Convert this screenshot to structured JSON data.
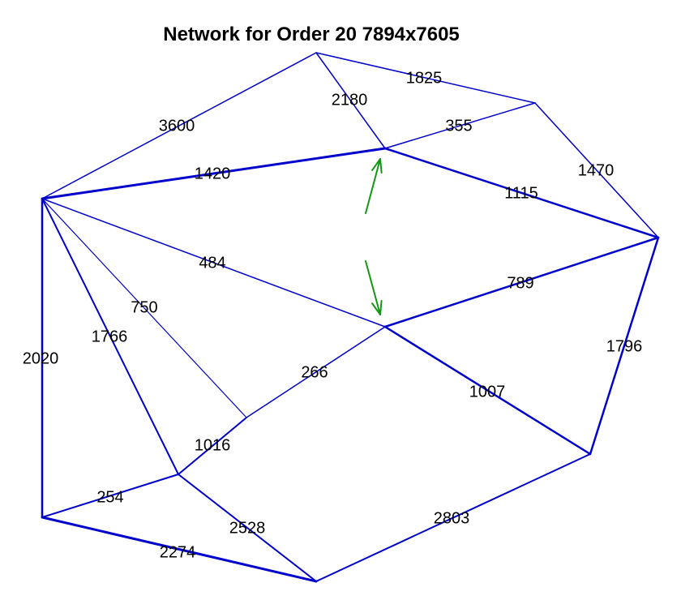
{
  "title": "Network for Order 20 7894x7605",
  "colors": {
    "edge": "#0000cc",
    "arrow": "#119911",
    "label": "#000000",
    "background": "#ffffff"
  },
  "edges": [
    {
      "id": "left-top",
      "label": "3600"
    },
    {
      "id": "top-center",
      "label": "2180"
    },
    {
      "id": "top-upper-right",
      "label": "1825"
    },
    {
      "id": "center-upper-right",
      "label": "355"
    },
    {
      "id": "left-center",
      "label": "1420"
    },
    {
      "id": "upper-right-right",
      "label": "1470"
    },
    {
      "id": "center-right",
      "label": "1115"
    },
    {
      "id": "left-middle",
      "label": "484"
    },
    {
      "id": "middle-right",
      "label": "789"
    },
    {
      "id": "left-junction",
      "label": "750"
    },
    {
      "id": "left-lower-left",
      "label": "1766"
    },
    {
      "id": "left-bottom-left",
      "label": "2020"
    },
    {
      "id": "middle-junction",
      "label": "266"
    },
    {
      "id": "middle-lower-right",
      "label": "1007"
    },
    {
      "id": "right-lower-right",
      "label": "1796"
    },
    {
      "id": "junction-lower-left",
      "label": "1016"
    },
    {
      "id": "bottom-left-lower-left",
      "label": "254"
    },
    {
      "id": "lower-left-bottom",
      "label": "2528"
    },
    {
      "id": "bottom-left-bottom",
      "label": "2274"
    },
    {
      "id": "bottom-lower-right",
      "label": "2803"
    }
  ],
  "arrows": [
    {
      "id": "arrow-up"
    },
    {
      "id": "arrow-down"
    }
  ]
}
